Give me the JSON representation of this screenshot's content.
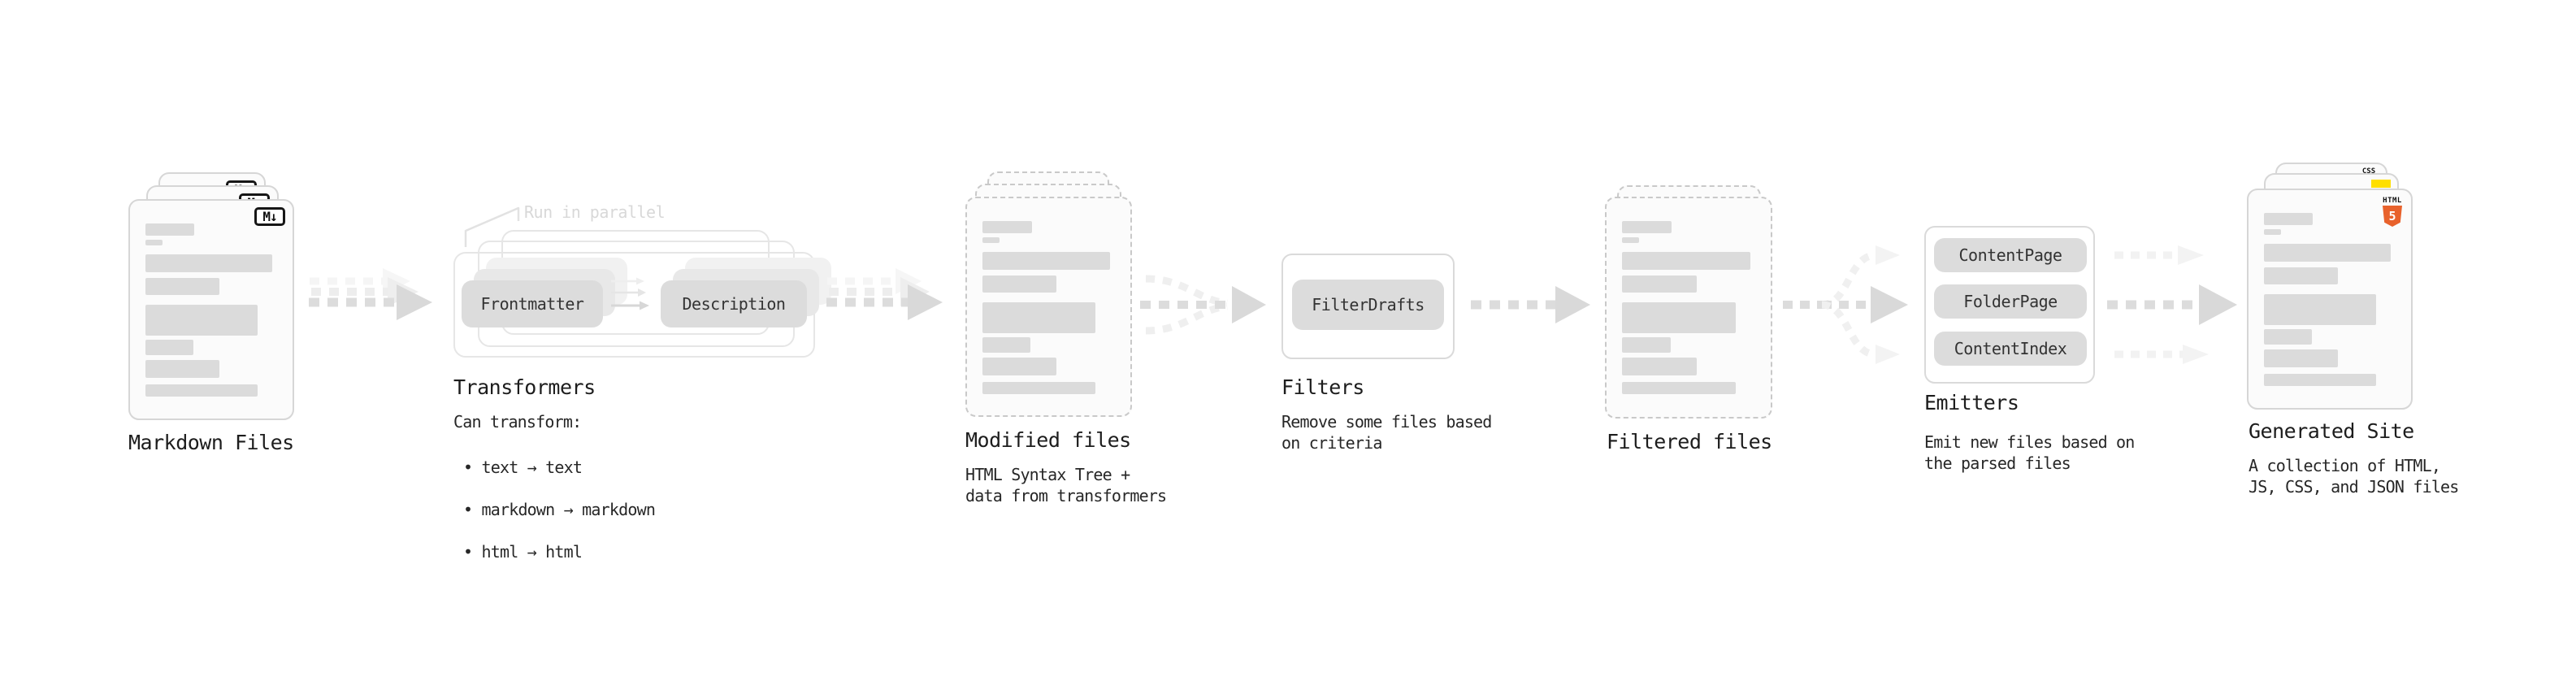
{
  "nodes": {
    "markdown_files": {
      "label": "Markdown Files",
      "badge": "M↓"
    },
    "transformers": {
      "label": "Transformers",
      "parallel_note": "Run in parallel",
      "step_from": "Frontmatter",
      "step_to": "Description",
      "caption_heading": "Can transform:",
      "bullets": [
        "• text → text",
        "• markdown → markdown",
        "• html → html"
      ]
    },
    "modified_files": {
      "label": "Modified files",
      "caption": "HTML Syntax Tree +\ndata from transformers"
    },
    "filters": {
      "label": "Filters",
      "pill": "FilterDrafts",
      "caption": "Remove some files based\non criteria"
    },
    "filtered_files": {
      "label": "Filtered files"
    },
    "emitters": {
      "label": "Emitters",
      "pills": [
        "ContentPage",
        "FolderPage",
        "ContentIndex"
      ],
      "caption": "Emit new files based on\nthe parsed files"
    },
    "generated_site": {
      "label": "Generated Site",
      "caption": "A collection of HTML,\nJS, CSS, and JSON files",
      "badges": {
        "html_label": "HTML",
        "html_number": "5",
        "css_label": "CSS"
      }
    }
  },
  "colors": {
    "arrow_gray": "#d9d9d9",
    "arrow_ghost": "#f0f0f0",
    "doc_border": "#d6d6d6",
    "pill_fill": "#dcdcdc",
    "text_dark": "#1d1d1d",
    "html5_orange": "#e8622c",
    "js_yellow": "#ffdf00",
    "css_blue": "#2d53e5"
  }
}
